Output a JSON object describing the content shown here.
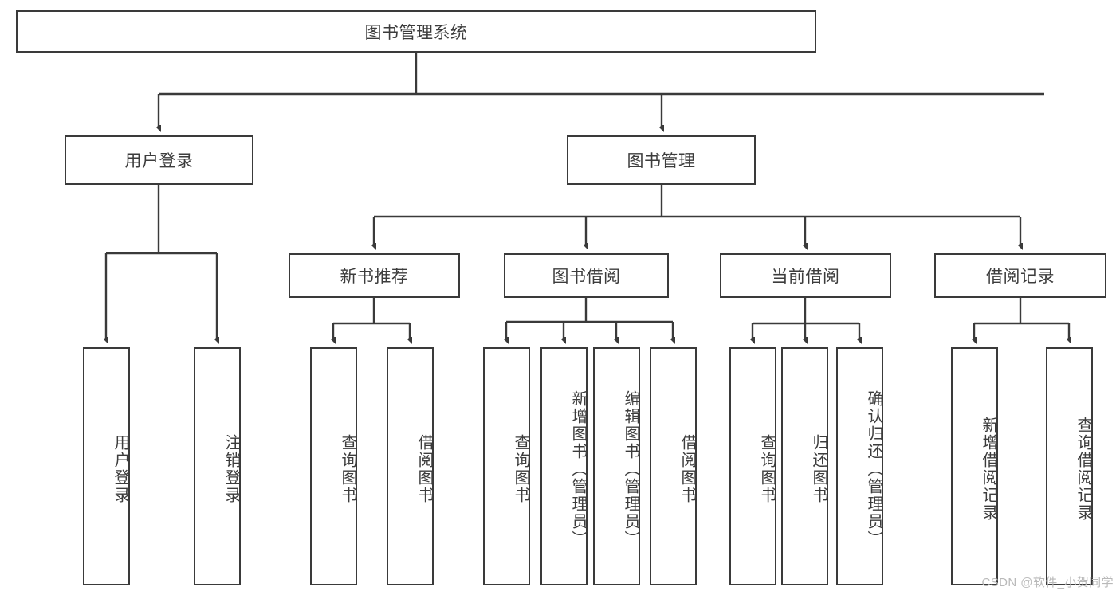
{
  "diagram": {
    "type": "tree-hierarchy",
    "title": "图书管理系统",
    "watermark": "CSDN @软件_小贺同学",
    "colors": {
      "box_border": "#3a3a3a",
      "box_fill": "#ffffff",
      "text": "#3c3c3c",
      "edge": "#3a3a3a",
      "watermark": "#b9b9b9",
      "background": "#ffffff"
    },
    "levels": {
      "root": {
        "label": "图书管理系统"
      },
      "level2": [
        {
          "label": "用户登录"
        },
        {
          "label": "图书管理"
        }
      ],
      "level3": [
        {
          "label": "新书推荐"
        },
        {
          "label": "图书借阅"
        },
        {
          "label": "当前借阅"
        },
        {
          "label": "借阅记录"
        }
      ],
      "leaves": {
        "user_login": [
          {
            "label": "用户登录"
          },
          {
            "label": "注销登录"
          }
        ],
        "new_book_recommend": [
          {
            "label": "查询图书"
          },
          {
            "label": "借阅图书"
          }
        ],
        "book_borrow": [
          {
            "label": "查询图书"
          },
          {
            "label": "新增图书（管理员）"
          },
          {
            "label": "编辑图书（管理员）"
          },
          {
            "label": "借阅图书"
          }
        ],
        "current_borrow": [
          {
            "label": "查询图书"
          },
          {
            "label": "归还图书"
          },
          {
            "label": "确认归还（管理员）"
          }
        ],
        "borrow_record": [
          {
            "label": "新增借阅记录"
          },
          {
            "label": "查询借阅记录"
          }
        ]
      }
    }
  }
}
